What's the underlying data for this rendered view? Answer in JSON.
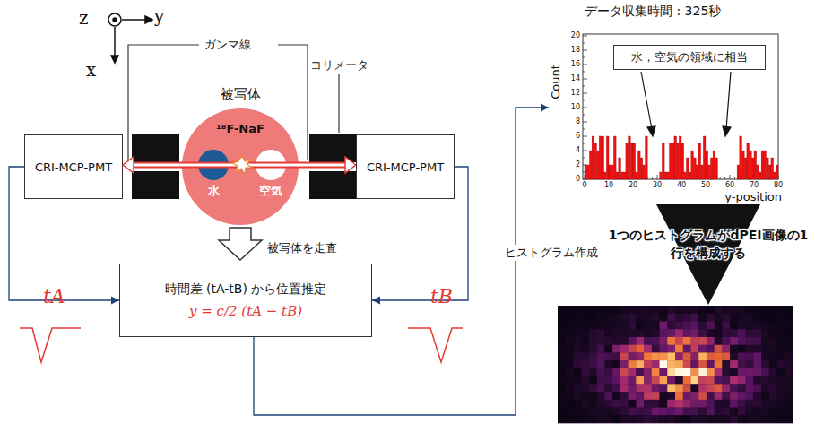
{
  "diagram": {
    "nodes": [
      {
        "text": [
          "CRI-MCP-PMT"
        ]
      },
      {
        "text": [
          "被写体",
          "¹⁸F-NaF"
        ]
      },
      {
        "text": [
          "水"
        ],
        "in": 1
      },
      {
        "text": [
          "空気"
        ],
        "in": 1
      },
      {
        "text": [
          "CRI-MCP-PMT"
        ]
      },
      {
        "text": [
          "データ収集時間 : 325秒",
          "Count",
          "y-position"
        ]
      },
      {
        "text": [
          "水，空気の領域に相当"
        ],
        "in": 5
      },
      {
        "text": [
          "時間差 (tA-tB) から位置推定",
          "y = c/2 (tA − tB)"
        ]
      }
    ],
    "edges": [
      {
        "from": 0,
        "to": 7,
        "arrow": "to"
      },
      {
        "from": 4,
        "to": 7,
        "arrow": "to"
      },
      {
        "from": 7,
        "to": 5,
        "label": "ヒストグラム作成",
        "arrow": "to"
      }
    ],
    "labels": [
      "z",
      "y",
      "x",
      "ガンマ線",
      "コリメータ",
      "被写体を走査",
      "tA",
      "tB",
      "1つのヒストグラムがdPEI画像の1行を構成する",
      "0",
      "2",
      "4",
      "6",
      "8",
      "10",
      "12",
      "14",
      "16",
      "18",
      "20",
      "0",
      "10",
      "20",
      "30",
      "40",
      "50",
      "60",
      "70",
      "80"
    ]
  }
}
